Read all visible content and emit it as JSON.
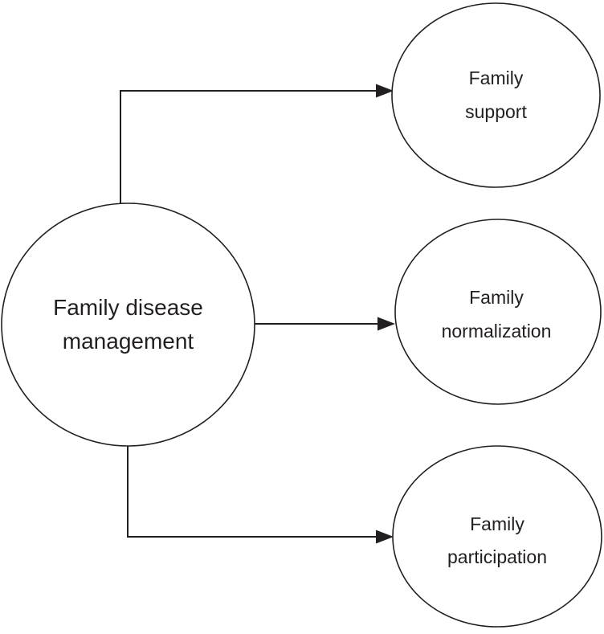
{
  "diagram": {
    "type": "concept-map",
    "background_color": "#ffffff",
    "stroke_color": "#231f20",
    "text_color": "#231f20",
    "nodes": {
      "center": {
        "id": "family-disease-management",
        "label_line1": "Family disease",
        "label_line2": "management"
      },
      "support": {
        "id": "family-support",
        "label_line1": "Family",
        "label_line2": "support"
      },
      "normalization": {
        "id": "family-normalization",
        "label_line1": "Family",
        "label_line2": "normalization"
      },
      "participation": {
        "id": "family-participation",
        "label_line1": "Family",
        "label_line2": "participation"
      }
    },
    "edges": [
      {
        "from": "family-disease-management",
        "to": "family-support",
        "style": "elbow-up-right-arrow"
      },
      {
        "from": "family-disease-management",
        "to": "family-normalization",
        "style": "straight-right-arrow"
      },
      {
        "from": "family-disease-management",
        "to": "family-participation",
        "style": "elbow-down-right-arrow"
      }
    ]
  }
}
